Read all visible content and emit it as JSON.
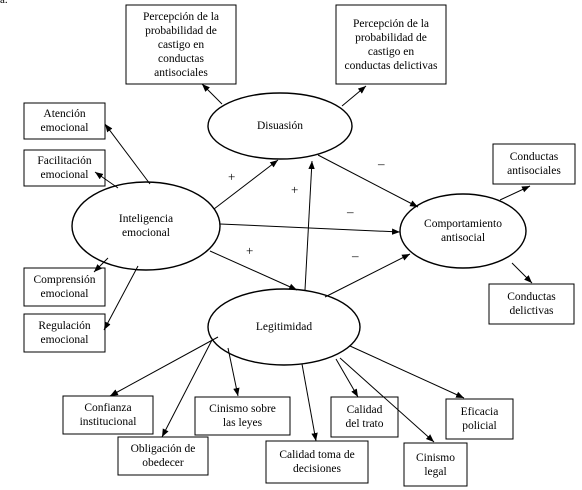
{
  "top_fragment": "a.",
  "constructs": {
    "disuasion": "Disuasión",
    "inteligencia": "Inteligencia\nemocional",
    "legitimidad": "Legitimidad",
    "comportamiento": "Comportamiento\nantisocial"
  },
  "indicators": {
    "castigo_antisociales": "Percepción de la\nprobabilidad de\ncastigo en\nconductas\nantisociales",
    "castigo_delictivas": "Percepción de la\nprobabilidad de\ncastigo en\nconductas delictivas",
    "atencion": "Atención\nemocional",
    "facilitacion": "Facilitación\nemocional",
    "comprension": "Comprensión\nemocional",
    "regulacion": "Regulación\nemocional",
    "conductas_antisociales": "Conductas\nantisociales",
    "conductas_delictivas": "Conductas\ndelictivas",
    "confianza": "Confianza\ninstitucional",
    "obligacion": "Obligación de\nobedecer",
    "cinismo_leyes": "Cinismo sobre\nlas leyes",
    "calidad_decisiones": "Calidad toma de\ndecisiones",
    "calidad_trato": "Calidad\ndel trato",
    "cinismo_legal": "Cinismo\nlegal",
    "eficacia": "Eficacia\npolicial"
  },
  "path_signs": {
    "ie_to_disuasion": "+",
    "legitimidad_to_disuasion": "+",
    "ie_to_legitimidad": "+",
    "disuasion_to_comportamiento": "–",
    "ie_to_comportamiento": "–",
    "legitimidad_to_comportamiento": "–"
  }
}
